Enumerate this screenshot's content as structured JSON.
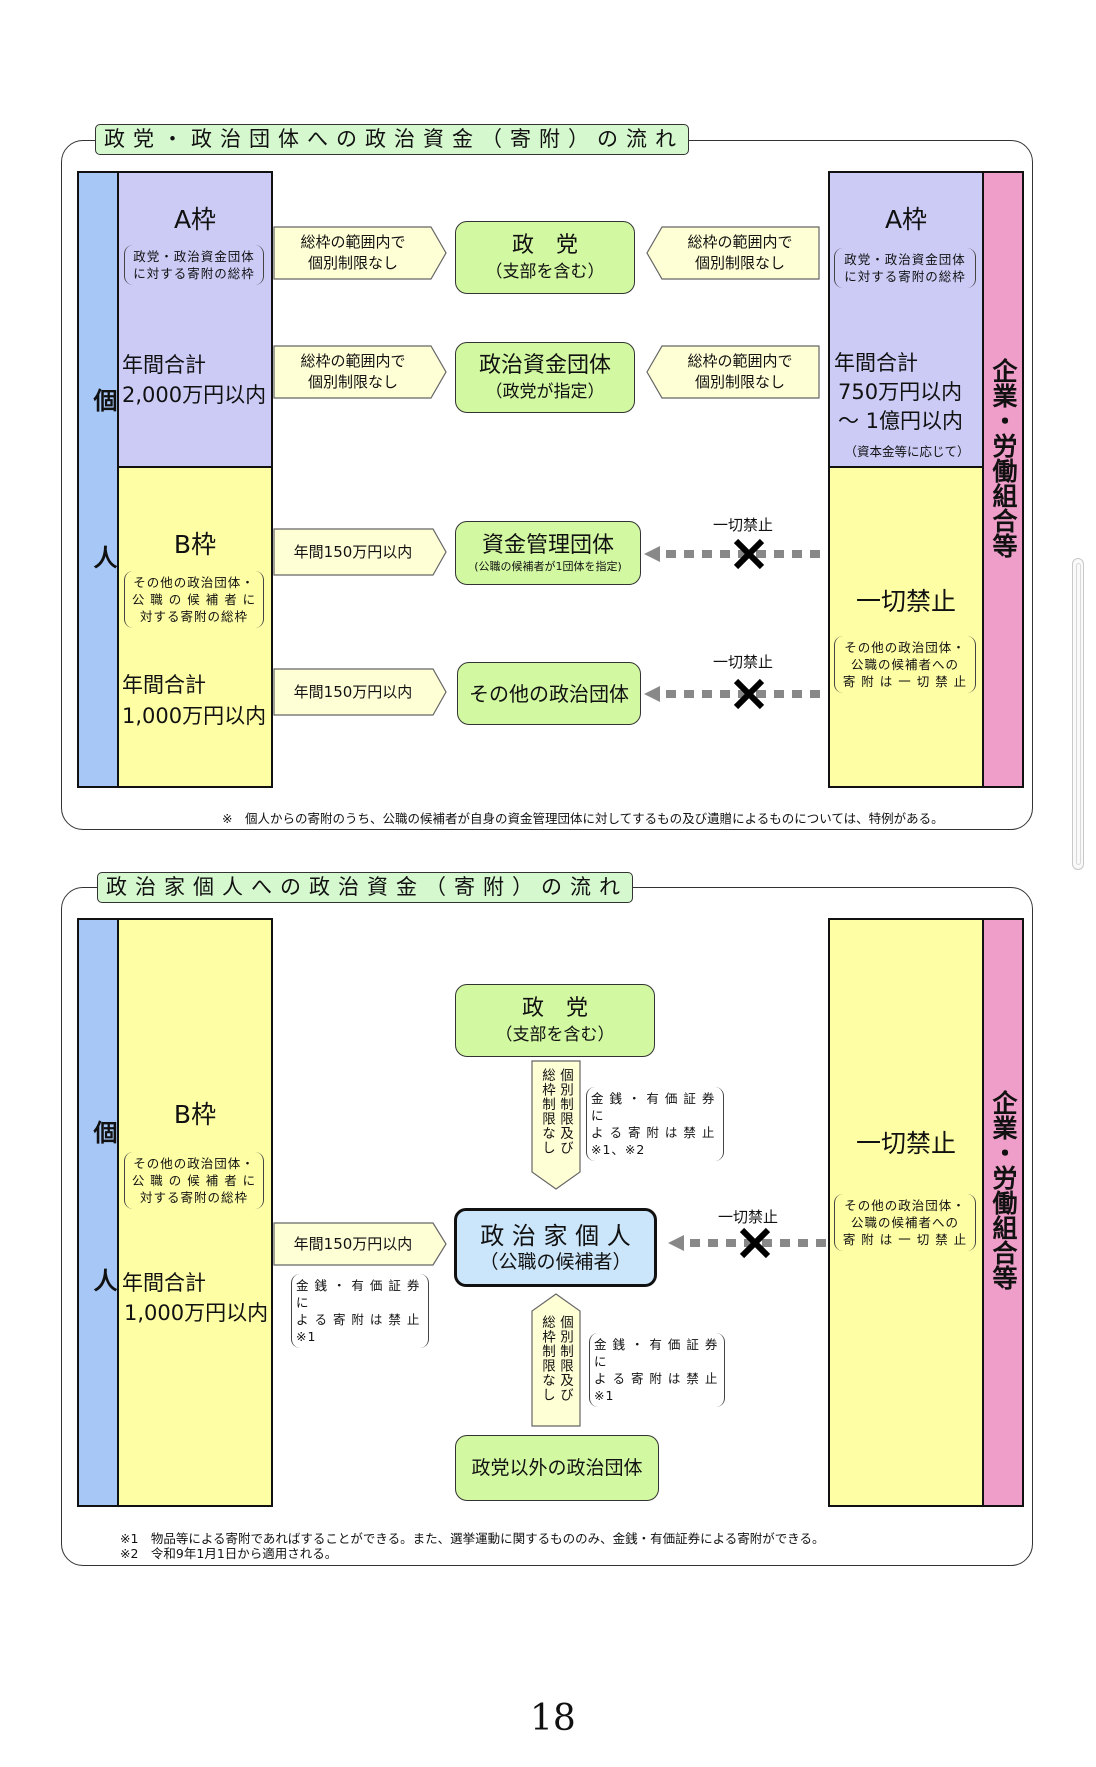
{
  "page_number": "18",
  "colors": {
    "individual_column": "#a7c8f6",
    "a_frame": "#cccbf6",
    "b_frame": "#fefea5",
    "corporate_column": "#ef9ec9",
    "recipient_box": "#d3f8a2",
    "politician_box": "#cbe6fb",
    "title_bg": "#d6f8cf",
    "arrow_fill": "#ffffd6",
    "banned_arrow": "#888888"
  },
  "panel1": {
    "title": "政党・政治団体への政治資金（寄附）の流れ",
    "individual_label": "個人",
    "corporate_label": "企業・労働組合等",
    "left": {
      "a_frame": {
        "title": "A枠",
        "desc": "政党・政治資金団体\nに対する寄附の総枠",
        "sum_label": "年間合計",
        "sum_value": "2,000万円以内"
      },
      "b_frame": {
        "title": "B枠",
        "desc": "その他の政治団体・\n公 職 の 候 補 者 に\n対する寄附の総枠",
        "sum_label": "年間合計",
        "sum_value": "1,000万円以内"
      }
    },
    "right": {
      "a_frame": {
        "title": "A枠",
        "desc": "政党・政治資金団体\nに対する寄附の総枠",
        "sum_label": "年間合計",
        "sum_value": "750万円以内",
        "sum_value2": "～ 1億円以内",
        "sum_note": "（資本金等に応じて）"
      },
      "banned": {
        "title": "一切禁止",
        "desc": "その他の政治団体・\n公職の候補者への\n寄 附 は 一 切 禁 止"
      }
    },
    "flows": {
      "party": {
        "name": "政　党",
        "sub": "（支部を含む）",
        "left_arrow": "総枠の範囲内で\n個別制限なし",
        "right_arrow": "総枠の範囲内で\n個別制限なし"
      },
      "fund_org": {
        "name": "政治資金団体",
        "sub": "（政党が指定）",
        "left_arrow": "総枠の範囲内で\n個別制限なし",
        "right_arrow": "総枠の範囲内で\n個別制限なし"
      },
      "mgmt_org": {
        "name": "資金管理団体",
        "sub": "(公職の候補者が1団体を指定)",
        "left_arrow": "年間150万円以内",
        "right_label": "一切禁止"
      },
      "other_org": {
        "name": "その他の政治団体",
        "left_arrow": "年間150万円以内",
        "right_label": "一切禁止"
      }
    },
    "footnote": "※　個人からの寄附のうち、公職の候補者が自身の資金管理団体に対してするもの及び遺贈によるものについては、特例がある。"
  },
  "panel2": {
    "title": "政治家個人への政治資金（寄附）の流れ",
    "individual_label": "個人",
    "corporate_label": "企業・労働組合等",
    "left": {
      "b_frame": {
        "title": "B枠",
        "desc": "その他の政治団体・\n公 職 の 候 補 者 に\n対する寄附の総枠",
        "sum_label": "年間合計",
        "sum_value": "1,000万円以内"
      },
      "arrow": "年間150万円以内",
      "arrow_note": "金 銭 ・ 有 価 証 券 に\nよ る 寄 附 は 禁 止\n※1"
    },
    "right": {
      "banned": {
        "title": "一切禁止",
        "desc": "その他の政治団体・\n公職の候補者への\n寄 附 は 一 切 禁 止"
      },
      "arrow_label": "一切禁止"
    },
    "party": {
      "name": "政　党",
      "sub": "（支部を含む）",
      "down_arrow": "個別制限及び総枠制限なし",
      "down_arrow_col1": "個別制限及び",
      "down_arrow_col2": "総枠制限なし",
      "note": "金 銭 ・ 有 価 証 券 に\nよ る 寄 附 は 禁 止\n※1、※2"
    },
    "politician": {
      "name": "政 治 家 個 人",
      "sub": "（公職の候補者）"
    },
    "other_org": {
      "name": "政党以外の政治団体",
      "up_arrow_col1": "個別制限及び",
      "up_arrow_col2": "総枠制限なし",
      "note": "金 銭 ・ 有 価 証 券 に\nよ る 寄 附 は 禁 止\n※1"
    },
    "footnotes": [
      "※1　物品等による寄附であればすることができる。また、選挙運動に関するもののみ、金銭・有価証券による寄附ができる。",
      "※2　令和9年1月1日から適用される。"
    ]
  }
}
